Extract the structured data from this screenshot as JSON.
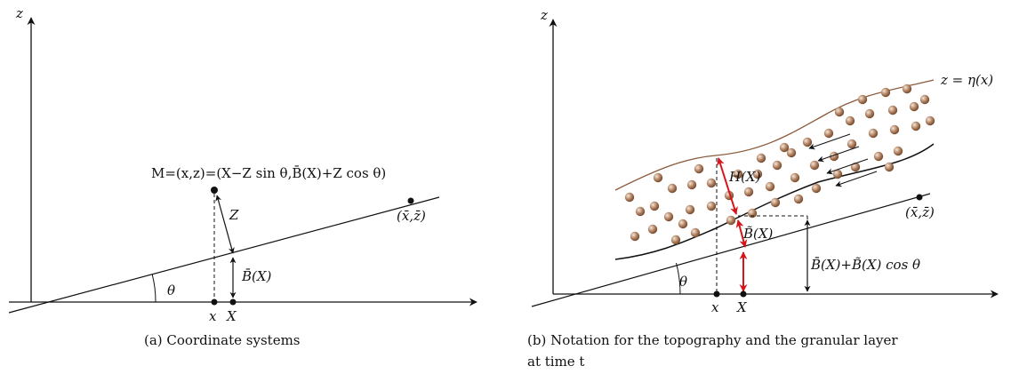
{
  "colors": {
    "ink": "#111111",
    "red": "#d7141a",
    "surface": "#8a5a3c",
    "grain_dark": "#7a4e30",
    "grain_light": "#f5e6d8"
  },
  "panel_a": {
    "axis_z": "z",
    "point_M": "M=(x,z)=(X−Z sin θ,B̄(X)+Z cos θ)",
    "label_Z": "Z",
    "label_B": "B̄(X)",
    "label_theta": "θ",
    "label_x": "x",
    "label_X": "X",
    "label_xz": "(x̄,z̄)",
    "caption": "(a) Coordinate systems"
  },
  "panel_b": {
    "axis_z": "z",
    "label_eta": "z = η(x)",
    "label_H": "H(X)",
    "label_Btilde": "B̃(X)",
    "label_sum": "B̄(X)+B̃(X) cos θ",
    "label_theta": "θ",
    "label_x": "x",
    "label_X": "X",
    "label_xz": "(x̄,z̄)",
    "caption_line1": "(b) Notation for the topography and the granular layer",
    "caption_line2": "at time t"
  }
}
